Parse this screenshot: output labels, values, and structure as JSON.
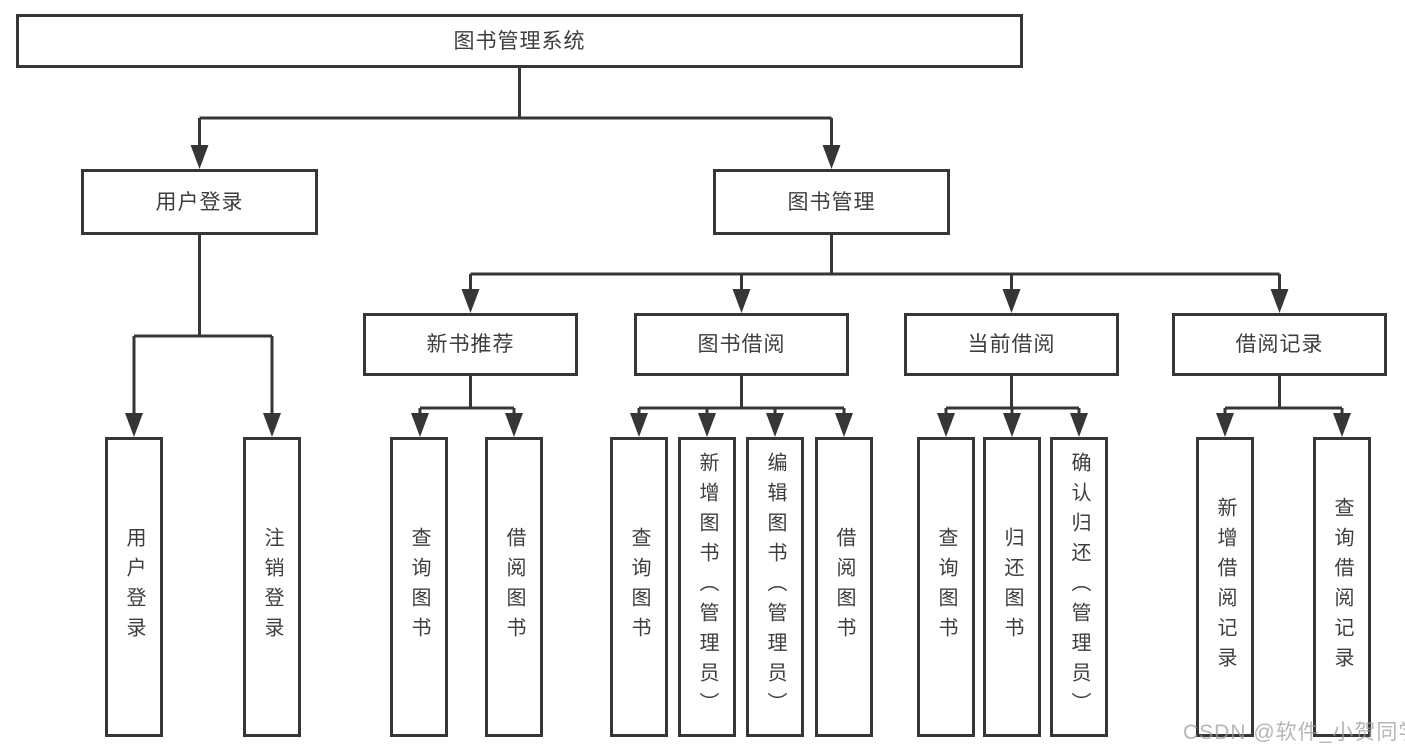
{
  "colors": {
    "line": "#363636",
    "text": "#3e3e3e",
    "background": "#ffffff",
    "watermark": "#9e9e9e"
  },
  "chart": {
    "root": {
      "label": "图书管理系统"
    },
    "user_login": {
      "label": "用户登录",
      "children": [
        {
          "label": "用户登录"
        },
        {
          "label": "注销登录"
        }
      ]
    },
    "book_mgmt": {
      "label": "图书管理",
      "children": [
        {
          "label": "新书推荐",
          "children": [
            {
              "label": "查询图书"
            },
            {
              "label": "借阅图书"
            }
          ]
        },
        {
          "label": "图书借阅",
          "children": [
            {
              "label": "查询图书"
            },
            {
              "label": "新增图书（管理员）"
            },
            {
              "label": "编辑图书（管理员）"
            },
            {
              "label": "借阅图书"
            }
          ]
        },
        {
          "label": "当前借阅",
          "children": [
            {
              "label": "查询图书"
            },
            {
              "label": "归还图书"
            },
            {
              "label": "确认归还（管理员）"
            }
          ]
        },
        {
          "label": "借阅记录",
          "children": [
            {
              "label": "新增借阅记录"
            },
            {
              "label": "查询借阅记录"
            }
          ]
        }
      ]
    }
  },
  "watermark": {
    "text": "CSDN @软件_小贺同学"
  }
}
